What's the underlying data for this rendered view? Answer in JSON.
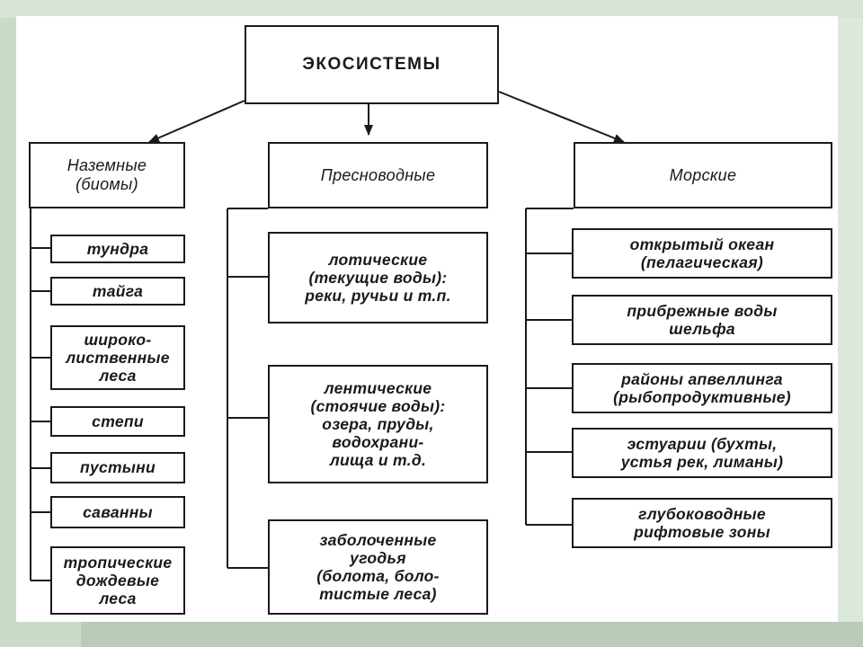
{
  "title": "ЭКОСИСТЕМЫ",
  "categories": [
    {
      "label": "Наземные\n(биомы)",
      "items": [
        "тундра",
        "тайга",
        "широко-\nлиственные\nлеса",
        "степи",
        "пустыни",
        "саванны",
        "тропические\nдождевые\nлеса"
      ]
    },
    {
      "label": "Пресноводные",
      "items": [
        "лотические\n(текущие воды):\nреки, ручьи и т.п.",
        "лентические\n(стоячие воды):\nозера, пруды,\nводохрани-\nлища и т.д.",
        "заболоченные\nугодья\n(болота, боло-\nтистые леса)"
      ]
    },
    {
      "label": "Морские",
      "items": [
        "открытый океан\n(пелагическая)",
        "прибрежные воды\nшельфа",
        "районы апвеллинга\n(рыбопродуктивные)",
        "эстуарии (бухты,\nустья рек, лиманы)",
        "глубоководные\nрифтовые зоны"
      ]
    }
  ]
}
